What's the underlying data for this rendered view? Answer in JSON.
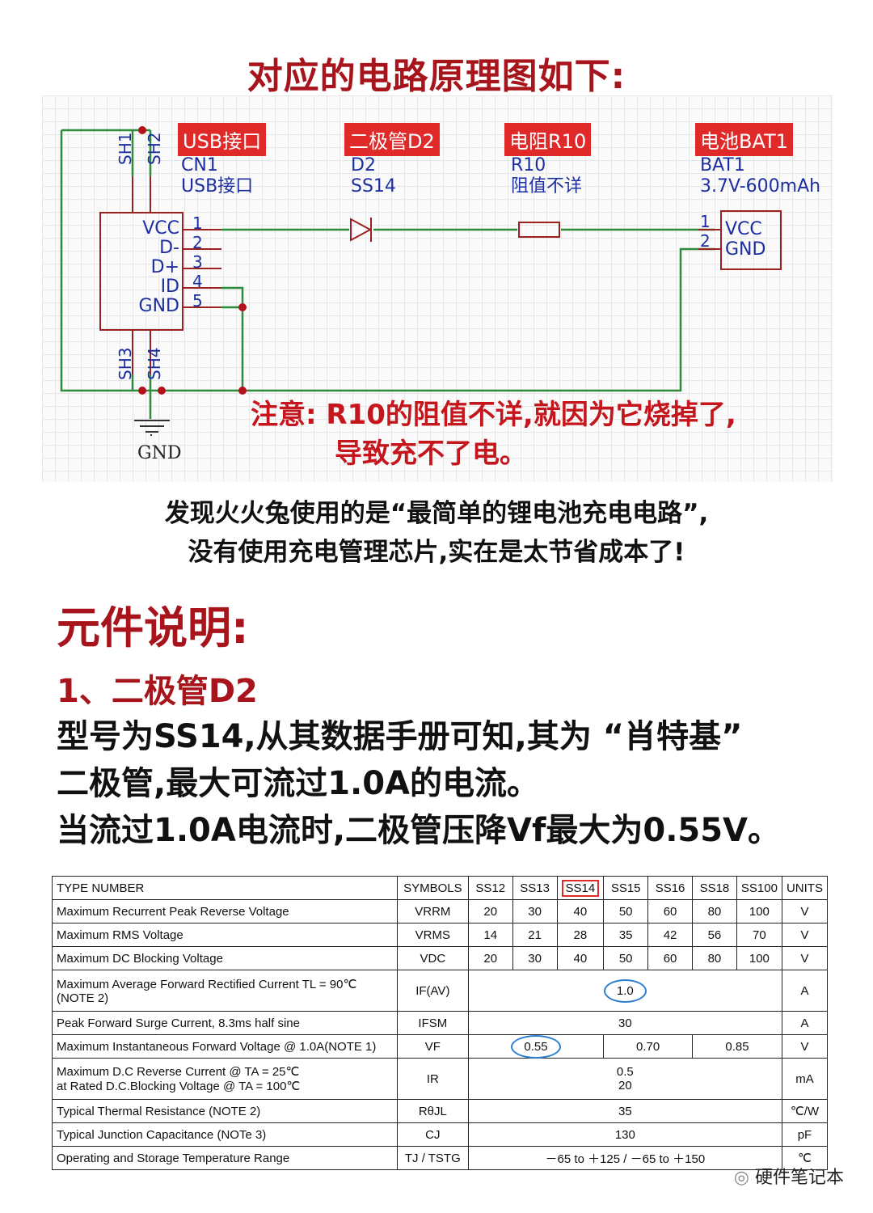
{
  "title": "对应的电路原理图如下:",
  "schematic": {
    "tags": {
      "usb": "USB接口",
      "diode": "二极管D2",
      "resistor": "电阻R10",
      "battery": "电池BAT1"
    },
    "usb": {
      "ref": "CN1",
      "desc": "USB接口"
    },
    "diode": {
      "ref": "D2",
      "desc": "SS14"
    },
    "resistor": {
      "ref": "R10",
      "desc": "阻值不详"
    },
    "battery": {
      "ref": "BAT1",
      "desc": "3.7V-600mAh"
    },
    "usb_pins": [
      "VCC",
      "D-",
      "D+",
      "ID",
      "GND"
    ],
    "usb_pin_numbers": [
      "1",
      "2",
      "3",
      "4",
      "5"
    ],
    "shield_top": [
      "SH1",
      "SH2"
    ],
    "shield_bottom": [
      "SH3",
      "SH4"
    ],
    "bat_pins": [
      "VCC",
      "GND"
    ],
    "bat_pin_numbers": [
      "1",
      "2"
    ],
    "gnd_label": "GND",
    "note_line1": "注意: R10的阻值不详,就因为它烧掉了,",
    "note_line2": "导致充不了电。"
  },
  "summary_line1": "发现火火兔使用的是“最简单的锂电池充电电路”,",
  "summary_line2": "没有使用充电管理芯片,实在是太节省成本了!",
  "section_title": "元件说明:",
  "subsection_title": "1、二极管D2",
  "body_lines": [
    "型号为SS14,从其数据手册可知,其为 “肖特基”",
    "二极管,最大可流过1.0A的电流。",
    "当流过1.0A电流时,二极管压降Vf最大为0.55V。"
  ],
  "datasheet": {
    "header": {
      "param": "TYPE NUMBER",
      "symbol": "SYMBOLS",
      "types": [
        "SS12",
        "SS13",
        "SS14",
        "SS15",
        "SS16",
        "SS18",
        "SS100"
      ],
      "units": "UNITS"
    },
    "rows": {
      "vrrm": {
        "param": "Maximum Recurrent Peak Reverse Voltage",
        "symbol": "VRRM",
        "values": [
          "20",
          "30",
          "40",
          "50",
          "60",
          "80",
          "100"
        ],
        "unit": "V"
      },
      "vrms": {
        "param": "Maximum RMS Voltage",
        "symbol": "VRMS",
        "values": [
          "14",
          "21",
          "28",
          "35",
          "42",
          "56",
          "70"
        ],
        "unit": "V"
      },
      "vdc": {
        "param": "Maximum DC Blocking Voltage",
        "symbol": "VDC",
        "values": [
          "20",
          "30",
          "40",
          "50",
          "60",
          "80",
          "100"
        ],
        "unit": "V"
      },
      "ifav": {
        "param": "Maximum  Average  Forward  Rectified  Current  TL = 90℃",
        "param2": "(NOTE 2)",
        "symbol": "IF(AV)",
        "value": "1.0",
        "unit": "A"
      },
      "ifsm": {
        "param": "Peak Forward Surge Current, 8.3ms half sine",
        "symbol": "IFSM",
        "value": "30",
        "unit": "A"
      },
      "vf": {
        "param": "Maximum Instantaneous Forward Voltage @ 1.0A(NOTE 1)",
        "symbol": "VF",
        "v1": "0.55",
        "v2": "0.70",
        "v3": "0.85",
        "unit": "V"
      },
      "ir": {
        "param": "Maximum D.C Reverse Current     @ TA = 25℃",
        "param2": "at Rated D.C.Blocking Voltage      @ TA = 100℃",
        "symbol": "IR",
        "value": "0.5",
        "value2": "20",
        "unit": "mA"
      },
      "rth": {
        "param": "Typical Thermal Resistance (NOTE 2)",
        "symbol": "RθJL",
        "value": "35",
        "unit": "℃/W"
      },
      "cj": {
        "param": "Typical Junction Capacitance (NOTe 3)",
        "symbol": "CJ",
        "value": "130",
        "unit": "pF"
      },
      "temp": {
        "param": "Operating and Storage Temperature Range",
        "symbol": "TJ  /  TSTG",
        "value": "－65 to ＋125   /   －65 to ＋150",
        "unit": "℃"
      }
    }
  },
  "watermark": "硬件笔记本"
}
